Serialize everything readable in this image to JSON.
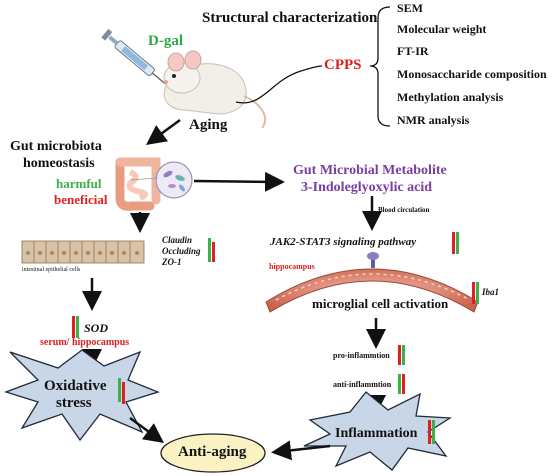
{
  "top": {
    "structural_title": "Structural characterization",
    "dgal_label": "D-gal",
    "cpps_label": "CPPS",
    "aging_label": "Aging",
    "methods": [
      "SEM",
      "Molecular weight",
      "FT-IR",
      "Monosaccharide composition",
      "Methylation analysis",
      "NMR analysis"
    ]
  },
  "gut": {
    "title_line1": "Gut microbiota",
    "title_line2": "homeostasis",
    "harmful": "harmful",
    "beneficial": "beneficial"
  },
  "barrier": {
    "cells_label": "intestinal epithelial cells",
    "proteins": [
      "Claudin",
      "Occluding",
      "ZO-1"
    ]
  },
  "sod": {
    "label": "SOD",
    "sub": "serum/ hippocampus"
  },
  "oxidative": {
    "line1": "Oxidative",
    "line2": "stress"
  },
  "anti_aging": "Anti-aging",
  "metabolite": {
    "line1": "Gut Microbial Metabolite",
    "line2": "3-Indoleglyoxylic acid",
    "blood": "Blood circulation"
  },
  "pathway": {
    "label": "JAK2-STAT3 signaling pathway",
    "hippocampus": "hippocampus",
    "iba1": "Iba1",
    "microglia": "microglial cell activation"
  },
  "cytokines": {
    "pro": "pro-inflammtion",
    "anti": "anti-inflammtion"
  },
  "inflammation": "Inflammation",
  "colors": {
    "green": "#3cb04a",
    "red": "#e02020",
    "purple": "#7a3fa0",
    "dgal_green": "#2ea84a",
    "cpps_red": "#e0201c"
  }
}
